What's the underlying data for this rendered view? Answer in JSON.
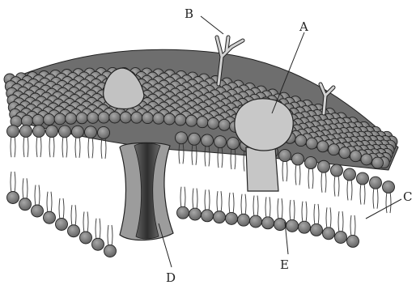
{
  "labels": {
    "a": "A",
    "b": "B",
    "c": "C",
    "d": "D",
    "e": "E"
  },
  "colors": {
    "head_fill": "#7d7d7d",
    "head_stroke": "#222222",
    "protein_light": "#c4c4c4",
    "channel_outer": "#9a9a9a",
    "channel_inner": "#3c3c3c",
    "line": "#2a2a2a"
  }
}
